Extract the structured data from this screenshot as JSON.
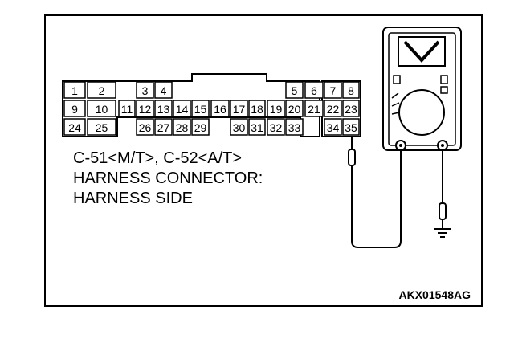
{
  "connector": {
    "row1": [
      {
        "n": "1",
        "c": 0
      },
      {
        "n": "2",
        "c": 1
      },
      {
        "n": "3",
        "c": 3
      },
      {
        "n": "4",
        "c": 4
      },
      {
        "n": "5",
        "c": 11
      },
      {
        "n": "6",
        "c": 12
      },
      {
        "n": "7",
        "c": 14
      },
      {
        "n": "8",
        "c": 15
      }
    ],
    "row2": [
      "9",
      "10",
      "11",
      "12",
      "13",
      "14",
      "15",
      "16",
      "17",
      "18",
      "19",
      "20",
      "21",
      "22",
      "23"
    ],
    "row3": [
      {
        "n": "24",
        "c": 0
      },
      {
        "n": "25",
        "c": 1
      },
      {
        "n": "26",
        "c": 3
      },
      {
        "n": "27",
        "c": 4
      },
      {
        "n": "28",
        "c": 5
      },
      {
        "n": "29",
        "c": 6
      },
      {
        "n": "30",
        "c": 8
      },
      {
        "n": "31",
        "c": 9
      },
      {
        "n": "32",
        "c": 10
      },
      {
        "n": "33",
        "c": 11
      },
      {
        "n": "34",
        "c": 14
      },
      {
        "n": "35",
        "c": 15
      }
    ]
  },
  "caption": {
    "line1": "C-51<M/T>, C-52<A/T>",
    "line2": "HARNESS CONNECTOR:",
    "line3": "HARNESS SIDE"
  },
  "reference_code": "AKX01548AG"
}
